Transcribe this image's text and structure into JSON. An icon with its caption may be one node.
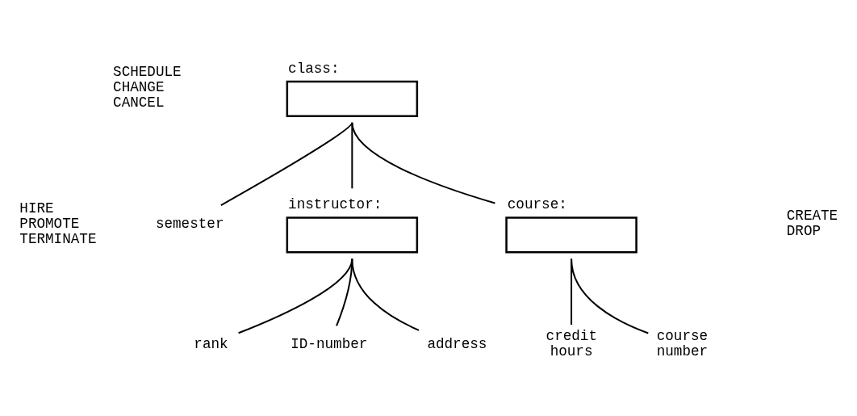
{
  "diagram": {
    "nodes": [
      {
        "text": [
          "class:"
        ],
        "beside": [
          "SCHEDULE",
          "CHANGE",
          "CANCEL"
        ]
      },
      {
        "text": [
          "instructor:"
        ],
        "beside": [
          "HIRE",
          "PROMOTE",
          "TERMINATE"
        ]
      },
      {
        "text": [
          "semester"
        ]
      },
      {
        "text": [
          "course:"
        ],
        "beside": [
          "CREATE",
          "DROP"
        ]
      },
      {
        "text": [
          "ID-number"
        ]
      },
      {
        "text": [
          "address"
        ]
      },
      {
        "text": [
          "rank"
        ]
      },
      {
        "text": [
          "course number"
        ]
      },
      {
        "text": [
          "credit hours"
        ]
      }
    ],
    "edges": [
      {
        "from": 0,
        "to": 1,
        "arrow": "none"
      },
      {
        "from": 0,
        "to": 2,
        "arrow": "none"
      },
      {
        "from": 0,
        "to": 3,
        "arrow": "none"
      },
      {
        "from": 1,
        "to": 4,
        "arrow": "none"
      },
      {
        "from": 1,
        "to": 5,
        "arrow": "none"
      },
      {
        "from": 1,
        "to": 6,
        "arrow": "none"
      },
      {
        "from": 3,
        "to": 7,
        "arrow": "none"
      },
      {
        "from": 3,
        "to": 8,
        "arrow": "none"
      }
    ]
  }
}
